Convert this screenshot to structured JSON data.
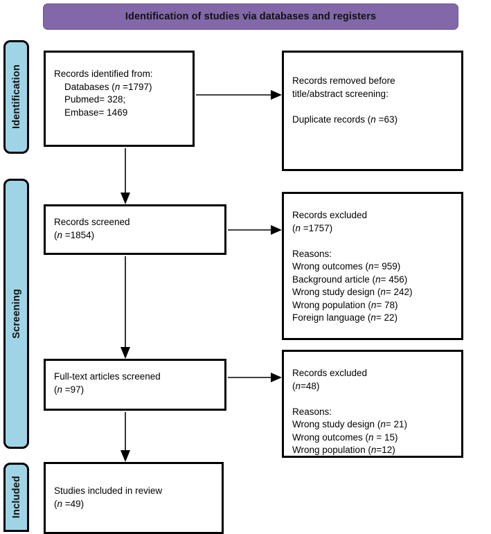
{
  "banner": {
    "title": "Identification of studies via databases and registers",
    "color": "#8268a8"
  },
  "phases": {
    "identification": "Identification",
    "screening": "Screening",
    "included": "Included",
    "color": "#9fd4e6"
  },
  "boxes": {
    "identified": {
      "lines": [
        "Records identified from:",
        "    Databases (n =1797)",
        "    Pubmed= 328;",
        "    Embase= 1469"
      ]
    },
    "removed": {
      "lines": [
        "Records removed before",
        "title/abstract screening:",
        "",
        "Duplicate records (n =63)"
      ]
    },
    "screened": {
      "lines": [
        "Records screened",
        "(n =1854)"
      ]
    },
    "excluded_screening": {
      "lines": [
        "Records excluded",
        "(n =1757)",
        "",
        "Reasons:",
        "Wrong outcomes (n= 959)",
        "Background article (n= 456)",
        "Wrong study design (n= 242)",
        "Wrong population (n= 78)",
        "Foreign language (n= 22)"
      ]
    },
    "fulltext": {
      "lines": [
        "Full-text articles screened",
        "(n =97)"
      ]
    },
    "excluded_fulltext": {
      "lines": [
        "Records excluded",
        "(n=48)",
        "",
        "Reasons:",
        "Wrong study design (n= 21)",
        "Wrong outcomes (n = 15)",
        "Wrong population (n=12)"
      ]
    },
    "included": {
      "lines": [
        "Studies included in review",
        "(n =49)"
      ]
    }
  },
  "flow_data": {
    "type": "prisma-flow",
    "records_identified_total": 1797,
    "records_identified_pubmed": 328,
    "records_identified_embase": 1469,
    "duplicates_removed": 63,
    "records_screened": 1854,
    "records_excluded_screening": 1757,
    "screening_exclusion_reasons": [
      {
        "reason": "Wrong outcomes",
        "n": 959
      },
      {
        "reason": "Background article",
        "n": 456
      },
      {
        "reason": "Wrong study design",
        "n": 242
      },
      {
        "reason": "Wrong population",
        "n": 78
      },
      {
        "reason": "Foreign language",
        "n": 22
      }
    ],
    "fulltext_screened": 97,
    "fulltext_excluded": 48,
    "fulltext_exclusion_reasons": [
      {
        "reason": "Wrong study design",
        "n": 21
      },
      {
        "reason": "Wrong outcomes",
        "n": 15
      },
      {
        "reason": "Wrong population",
        "n": 12
      }
    ],
    "studies_included": 49
  }
}
